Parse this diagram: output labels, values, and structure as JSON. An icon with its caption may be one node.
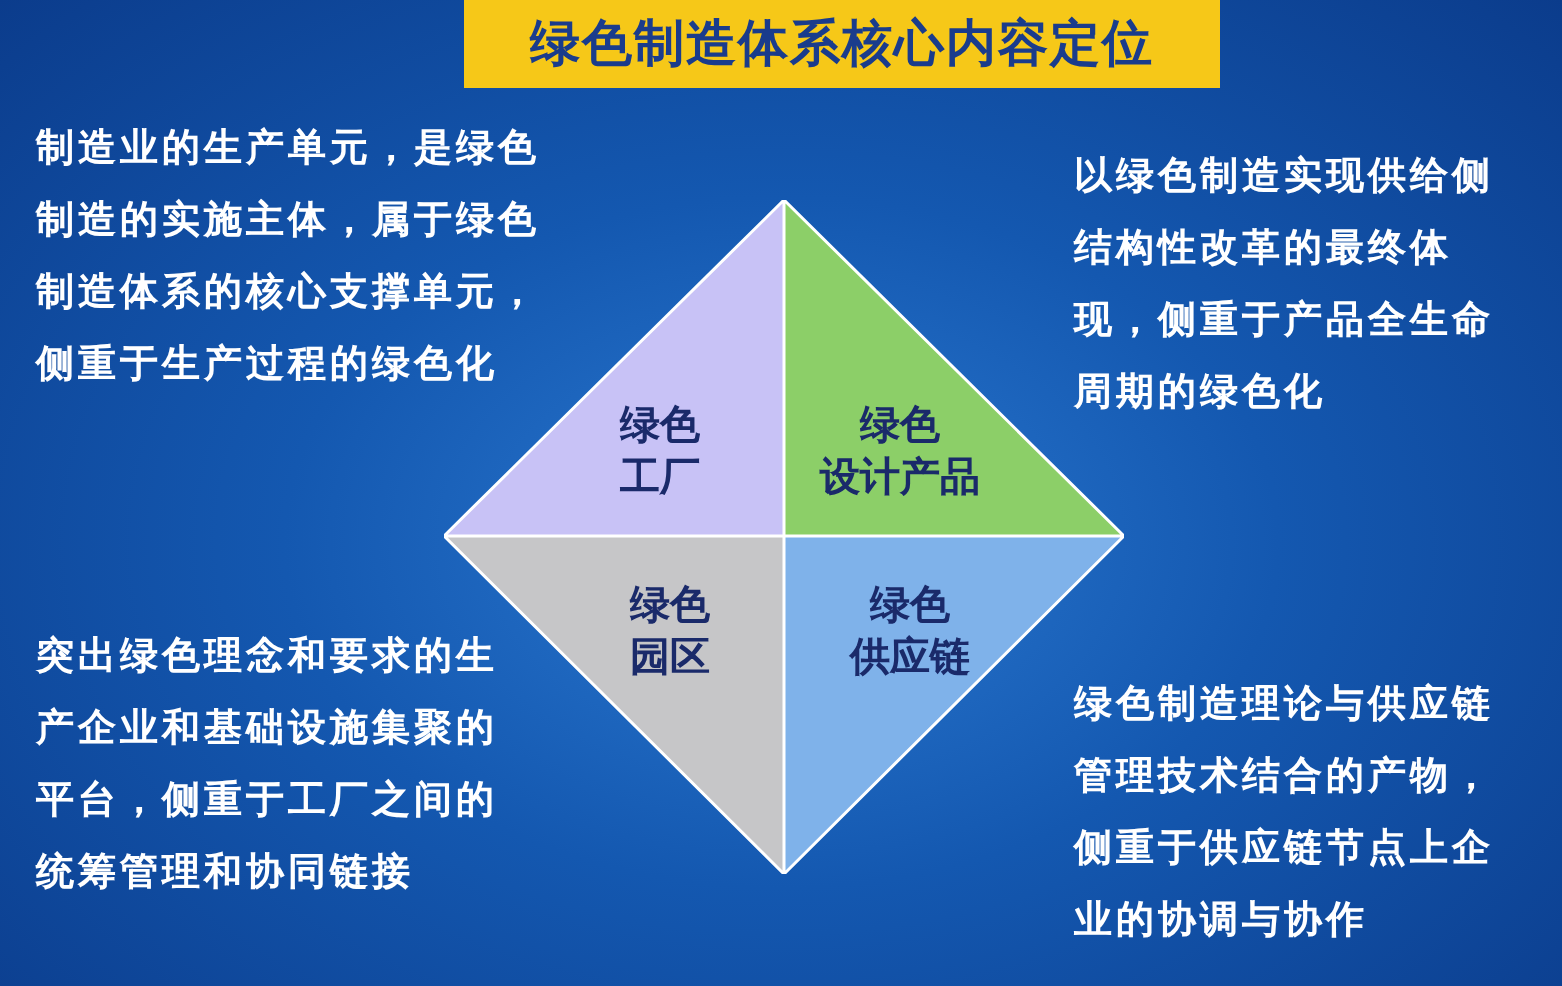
{
  "diagram": {
    "title": "绿色制造体系核心内容定位",
    "nodes": [
      {
        "text": [
          "绿色",
          "工厂"
        ],
        "beside": [
          "制造业的生产单元，是绿色制造的实施主体，属于绿色制造体系的核心支撑单元，侧重于生产过程的绿色化"
        ]
      },
      {
        "text": [
          "绿色",
          "设计产品"
        ],
        "beside": [
          "以绿色制造实现供给侧结构性改革的最终体现，侧重于产品全生命周期的绿色化"
        ]
      },
      {
        "text": [
          "绿色",
          "园区"
        ],
        "beside": [
          "突出绿色理念和要求的生产企业和基础设施集聚的平台，侧重于工厂之间的统筹管理和协同链接"
        ]
      },
      {
        "text": [
          "绿色",
          "供应链"
        ],
        "beside": [
          "绿色制造理论与供应链管理技术结合的产物，侧重于供应链节点上企业的协调与协作"
        ]
      }
    ]
  }
}
